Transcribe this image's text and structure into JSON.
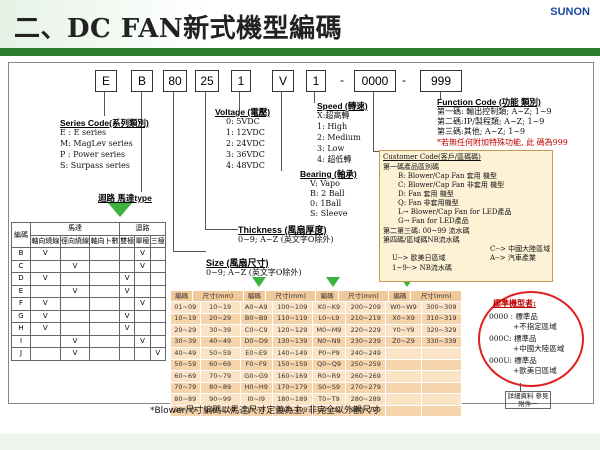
{
  "header": {
    "title": "二、DC FAN新式機型編碼",
    "brand": "SUNON"
  },
  "code": [
    "E",
    "B",
    "80",
    "25",
    "1",
    "V",
    "1",
    "-",
    "0000",
    "-",
    "999"
  ],
  "series": {
    "title": "Series Code(系列類別)",
    "items": [
      "E : E series",
      "M: MagLev series",
      "P : Power series",
      "S: Surpass series"
    ]
  },
  "voltage": {
    "title": "Voltage (電壓)",
    "items": [
      "0:  5VDC",
      "1: 12VDC",
      "2: 24VDC",
      "3: 36VDC",
      "4: 48VDC"
    ]
  },
  "speed": {
    "title": "Speed (轉速)",
    "items": [
      "X:超高轉",
      "1: High",
      "2: Medium",
      "3: Low",
      "4: 超低轉"
    ]
  },
  "bearing": {
    "title": "Bearing (軸承)",
    "items": [
      "V: Vapo",
      "B: 2 Ball",
      "0: 1Ball",
      "S: Sleeve"
    ]
  },
  "thickness": {
    "title": "Thickness (風扇厚度)",
    "desc": "0~9; A~Z (英文字O除外)"
  },
  "size": {
    "title": "Size (風扇尺寸)",
    "desc": "0~9; A~Z (英文字O除外)"
  },
  "function": {
    "title": "Function Code (功能 類別)",
    "items": [
      "第一碼: 輸出控制類; A~Z; 1~9",
      "第二碼:IP/製程類; A~Z; 1~9",
      "第三碼:其他; A~Z; 1~9"
    ],
    "note": "*若無任何附加特殊功能, 此 碼為999"
  },
  "customer": {
    "title": "Customer Code(客戶/區碼碼)",
    "items": [
      "第一碼產品區別碼",
      "B: Blower/Cap Fan 套用 機型",
      "C: Blower/Cap Fan 非套用 機型",
      "D: Fan 套用 機型",
      "Q: Fan 非套用機型",
      "L→ Blower/Cap Fan for LED產品",
      "G→ Fan for LED產品",
      "第二第三碼: 00~99 流水碼",
      "第四碼/區域碼NB流水碼",
      "C--> 中國大陸區域",
      "U--> 歐美日區域",
      "A--> 汽車產業",
      "1~9--> NB流水碼"
    ]
  },
  "std": {
    "title": "標準機型者:",
    "items": [
      "0000 : 標準品",
      "+不指定區域",
      "000C: 標準品",
      "+中國大陸區域",
      "000U: 標準品",
      "+歐美日區域"
    ]
  },
  "detail": "詳細資料 參見附件一",
  "circuit": {
    "title": "迴路 馬達type",
    "head": [
      "編碼",
      "馬達",
      "",
      "迴路",
      "",
      ""
    ],
    "sub": [
      "",
      "軸向繞線",
      "徑向繞線",
      "軸向卜數",
      "雙極",
      "單極",
      "三極"
    ],
    "rows": [
      [
        "B",
        "V",
        "",
        "",
        "",
        "V",
        ""
      ],
      [
        "C",
        "",
        "V",
        "",
        "",
        "V",
        ""
      ],
      [
        "D",
        "V",
        "",
        "",
        "V",
        "",
        ""
      ],
      [
        "E",
        "",
        "V",
        "",
        "V",
        "",
        ""
      ],
      [
        "F",
        "V",
        "",
        "",
        "",
        "V",
        ""
      ],
      [
        "G",
        "V",
        "",
        "",
        "V",
        "",
        ""
      ],
      [
        "H",
        "V",
        "",
        "",
        "V",
        "",
        ""
      ],
      [
        "I",
        "",
        "V",
        "",
        "",
        "V",
        ""
      ],
      [
        "J",
        "",
        "V",
        "",
        "",
        "",
        "V"
      ]
    ]
  },
  "sizetable": {
    "head": [
      "編碼",
      "尺寸(mm)",
      "編碼",
      "尺寸(mm)",
      "編碼",
      "尺寸(mm)",
      "編碼",
      "尺寸(mm)"
    ],
    "rows": [
      [
        "01~09",
        "10~19",
        "A0~A9",
        "100~109",
        "K0~K9",
        "200~209",
        "W0~W9",
        "300~309"
      ],
      [
        "10~19",
        "20~29",
        "B0~B9",
        "110~119",
        "L0~L9",
        "210~219",
        "X0~X9",
        "310~319"
      ],
      [
        "20~29",
        "30~39",
        "C0~C9",
        "120~129",
        "M0~M9",
        "220~229",
        "Y0~Y9",
        "320~329"
      ],
      [
        "30~39",
        "40~49",
        "D0~D9",
        "130~139",
        "N0~N9",
        "230~239",
        "Z0~Z9",
        "330~339"
      ],
      [
        "40~49",
        "50~59",
        "E0~E9",
        "140~149",
        "P0~P9",
        "240~249",
        "",
        ""
      ],
      [
        "50~59",
        "60~69",
        "F0~F9",
        "150~159",
        "Q0~Q9",
        "250~259",
        "",
        ""
      ],
      [
        "60~69",
        "70~79",
        "G0~G9",
        "160~169",
        "R0~R9",
        "260~269",
        "",
        ""
      ],
      [
        "70~79",
        "80~89",
        "H0~H9",
        "170~179",
        "S0~S9",
        "270~279",
        "",
        ""
      ],
      [
        "80~89",
        "90~99",
        "I0~I9",
        "180~189",
        "T0~T9",
        "280~289",
        "",
        ""
      ],
      [
        "90~99",
        "100~109",
        "J0~J9",
        "190~199",
        "U0~U9",
        "290~299",
        "",
        ""
      ]
    ]
  },
  "bottom_note": "*Blower尺寸編碼以馬達尺寸定義為主, 非完全以外觀尺寸"
}
